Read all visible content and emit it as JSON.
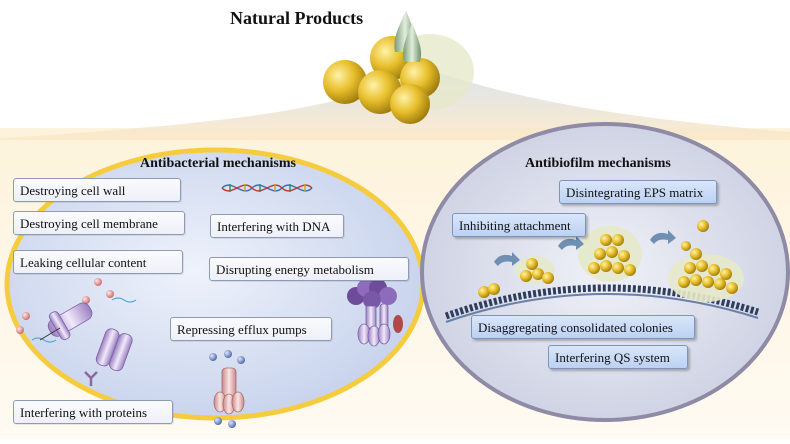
{
  "header": {
    "title": "Natural Products"
  },
  "antibacterial": {
    "title": "Antibacterial mechanisms",
    "items": {
      "cell_wall": "Destroying cell wall",
      "cell_membrane": "Destroying cell membrane",
      "leaking": "Leaking cellular content",
      "dna": "Interfering with DNA",
      "energy": "Disrupting energy metabolism",
      "efflux": "Repressing efflux pumps",
      "proteins": "Interfering with proteins"
    }
  },
  "antibiofilm": {
    "title": "Antibiofilm mechanisms",
    "items": {
      "eps": "Disintegrating EPS matrix",
      "attachment": "Inhibiting attachment",
      "colonies": "Disaggregating consolidated colonies",
      "qs": "Interfering QS system"
    }
  },
  "colors": {
    "ellipse_border": "#f6cc3f",
    "ellipse_fill": "#c7d3ec",
    "biofilm_border": "#8f8aa6",
    "gold": "#e3b824",
    "purple": "#a887c8"
  }
}
